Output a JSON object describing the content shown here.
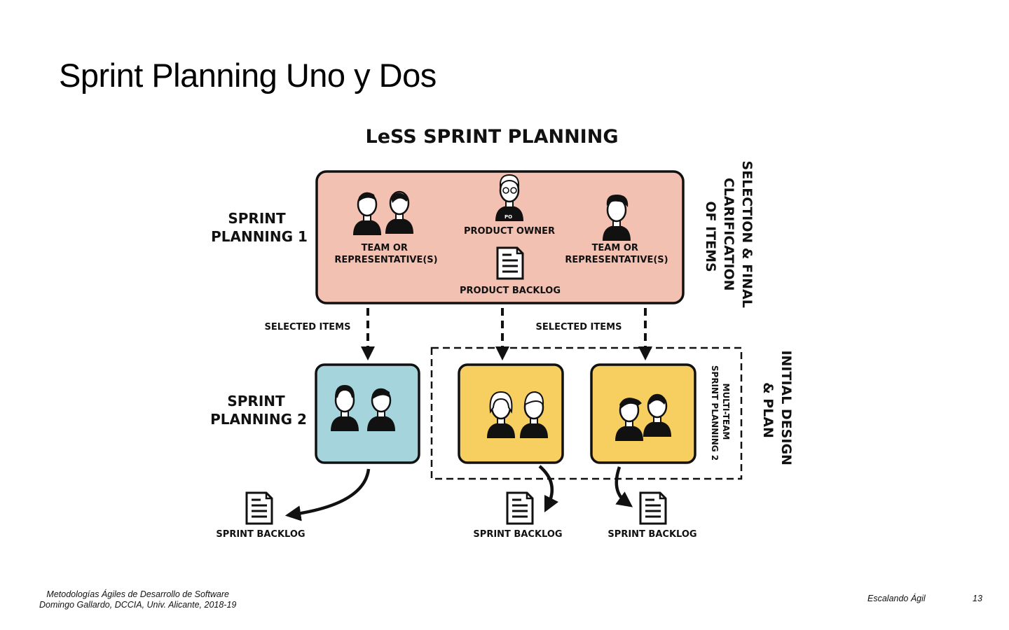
{
  "slide": {
    "title": "Sprint Planning Uno y Dos"
  },
  "diagram": {
    "heading": "LeSS SPRINT PLANNING",
    "sprint_planning_1": {
      "label_line1": "SPRINT",
      "label_line2": "PLANNING 1"
    },
    "sprint_planning_2": {
      "label_line1": "SPRINT",
      "label_line2": "PLANNING 2"
    },
    "team_left": {
      "line1": "TEAM OR",
      "line2": "REPRESENTATIVE(S)"
    },
    "team_right": {
      "line1": "TEAM OR",
      "line2": "REPRESENTATIVE(S)"
    },
    "product_owner": "PRODUCT OWNER",
    "po_badge": "PO",
    "product_backlog": "PRODUCT BACKLOG",
    "selected_items_left": "SELECTED ITEMS",
    "selected_items_right": "SELECTED ITEMS",
    "side_selection": {
      "line1": "SELECTION & FINAL",
      "line2": "CLARIFICATION",
      "line3": "OF ITEMS"
    },
    "side_initial": {
      "line1": "INITIAL DESIGN",
      "line2": "& PLAN"
    },
    "multi_team": {
      "line1": "MULTI-TEAM",
      "line2": "SPRINT PLANNING 2"
    },
    "sprint_backlog_1": "SPRINT BACKLOG",
    "sprint_backlog_2": "SPRINT BACKLOG",
    "sprint_backlog_3": "SPRINT BACKLOG",
    "colors": {
      "planning1": "#f2c1b1",
      "blue_team": "#a5d4dd",
      "yellow_team": "#f6cf60",
      "ink": "#111111"
    }
  },
  "footer": {
    "course": "Metodologías Ágiles de Desarrollo de Software",
    "author": "Domingo Gallardo, DCCIA, Univ. Alicante, 2018-19",
    "section": "Escalando Ágil",
    "page": "13"
  }
}
